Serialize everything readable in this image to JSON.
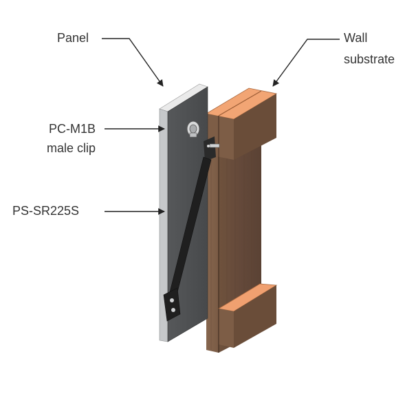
{
  "labels": {
    "panel": "Panel",
    "wall_line1": "Wall",
    "wall_line2": "substrate",
    "clip_line1": "PC-M1B",
    "clip_line2": "male clip",
    "strap": "PS-SR225S"
  },
  "colors": {
    "panel_front": "#4d4f51",
    "panel_top": "#e9e9e9",
    "panel_edge": "#c4c6c8",
    "wood_face": "#6a4e3a",
    "wood_side": "#8a6a52",
    "block_top": "#f2a272",
    "block_front": "#e6915f",
    "text": "#333333",
    "leader": "#222222"
  }
}
